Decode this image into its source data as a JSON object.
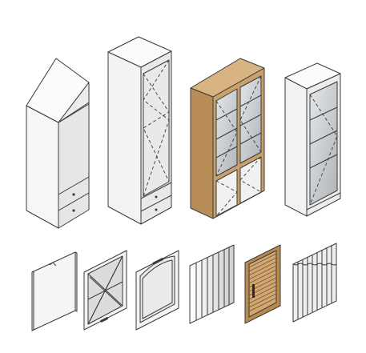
{
  "colors": {
    "background": "#ffffff",
    "cabinet_white": "#f4f4f4",
    "cabinet_shade": "#e3e3e3",
    "cabinet_top": "#fafafa",
    "wood": "#c29a66",
    "wood_dark": "#a47b47",
    "glass": "#cfd3d6",
    "outline": "#3a3a3a"
  },
  "items": [
    {
      "kind": "tall-cabinet-sloped-top",
      "icon": "sloped-top-cabinet-icon"
    },
    {
      "kind": "tall-cabinet-dashed-door",
      "icon": "tall-cabinet-icon"
    },
    {
      "kind": "wood-double-glass-bookcase",
      "icon": "wood-bookcase-icon"
    },
    {
      "kind": "white-glass-display-cabinet",
      "icon": "glass-display-cabinet-icon"
    },
    {
      "kind": "door-panel-plain",
      "icon": "plain-door-icon"
    },
    {
      "kind": "door-panel-cross-frame",
      "icon": "cross-frame-door-icon"
    },
    {
      "kind": "door-panel-arched-frame",
      "icon": "arched-frame-door-icon"
    },
    {
      "kind": "door-panel-vertical-slats",
      "icon": "vertical-slat-door-icon"
    },
    {
      "kind": "door-panel-louvered-wood",
      "icon": "louvered-wood-door-icon"
    },
    {
      "kind": "door-panel-folding-slats",
      "icon": "folding-slat-door-icon"
    }
  ]
}
